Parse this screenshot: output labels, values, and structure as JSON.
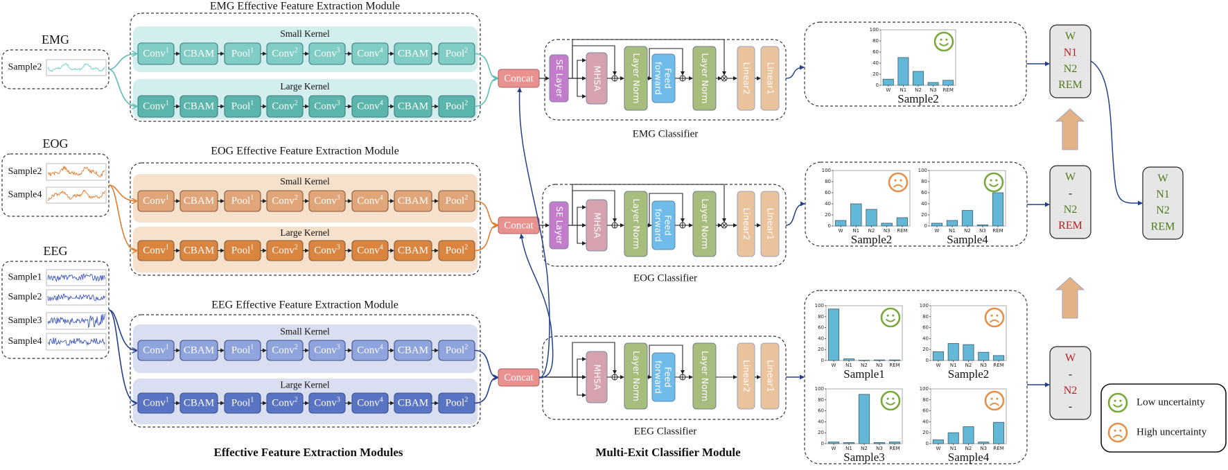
{
  "colors": {
    "emg": {
      "band": "#d3eeee",
      "small": "#80cdc6",
      "large": "#5bb5ab",
      "stroke": "#3c7f84",
      "line": "#5bbdb4",
      "wave": "#6fd1cf"
    },
    "eog": {
      "band": "#f6e1cd",
      "small": "#e0a679",
      "large": "#d9843f",
      "stroke": "#8a5a38",
      "line": "#e07b2e",
      "wave": "#e07b2e"
    },
    "eeg": {
      "band": "#d9dff0",
      "small": "#8fa4dc",
      "large": "#5a74c4",
      "stroke": "#3d4f8d",
      "line": "#233f8c",
      "wave": "#3b55c4"
    },
    "concat": "#e8918f",
    "se_layer": "#c27cc9",
    "mhsa": "#d5a2ad",
    "layer_norm": "#a6bd7e",
    "feed_forward": "#6fbbe9",
    "linear": "#eac29c",
    "bar": "#63b8d8",
    "happy": "#78a83a",
    "sad": "#e4904a",
    "good_label": "#4f7a1c",
    "bad_label": "#b01e1e",
    "up_arrow": "#e4b289",
    "result_box": "#e6e6e6",
    "flow_line": "#233f8c"
  },
  "inputs": [
    {
      "id": "emg",
      "title": "EMG",
      "samples": [
        "Sample2"
      ]
    },
    {
      "id": "eog",
      "title": "EOG",
      "samples": [
        "Sample2",
        "Sample4"
      ]
    },
    {
      "id": "eeg",
      "title": "EEG",
      "samples": [
        "Sample1",
        "Sample2",
        "Sample3",
        "Sample4"
      ]
    }
  ],
  "modules": [
    {
      "id": "emg",
      "title": "EMG Effective Feature Extraction Module",
      "small_label": "Small Kernel",
      "large_label": "Large Kernel"
    },
    {
      "id": "eog",
      "title": "EOG Effective Feature Extraction Module",
      "small_label": "Small Kernel",
      "large_label": "Large Kernel"
    },
    {
      "id": "eeg",
      "title": "EEG Effective Feature Extraction Module",
      "small_label": "Small Kernel",
      "large_label": "Large Kernel"
    }
  ],
  "blocks": [
    {
      "base": "Conv",
      "sup": "1"
    },
    {
      "base": "CBAM",
      "sup": ""
    },
    {
      "base": "Pool",
      "sup": "1"
    },
    {
      "base": "Conv",
      "sup": "2"
    },
    {
      "base": "Conv",
      "sup": "3"
    },
    {
      "base": "Conv",
      "sup": "4"
    },
    {
      "base": "CBAM",
      "sup": ""
    },
    {
      "base": "Pool",
      "sup": "2"
    }
  ],
  "concat_label": "Concat",
  "classifier_layers": {
    "se": "SE Layer",
    "mhsa": "MHSA",
    "layer_norm": "Layer Norm",
    "feed_forward": [
      "Feed",
      "forward"
    ],
    "linear2": "Linear2",
    "linear1": "Linear1"
  },
  "classifiers": [
    {
      "id": "emg",
      "label": "EMG Classifier",
      "has_se": true
    },
    {
      "id": "eog",
      "label": "EOG Classifier",
      "has_se": true
    },
    {
      "id": "eeg",
      "label": "EEG Classifier",
      "has_se": false
    }
  ],
  "section_titles": {
    "left": "Effective Feature Extraction Modules",
    "right": "Multi-Exit Classifier Module"
  },
  "chart_data": [
    {
      "type": "bar",
      "group": "emg",
      "title": "Sample2",
      "categories": [
        "W",
        "N1",
        "N2",
        "N3",
        "REM"
      ],
      "values": [
        11,
        50,
        25,
        5,
        9
      ],
      "ylim": [
        0,
        100
      ],
      "yticks": [
        0,
        20,
        40,
        60,
        80,
        100
      ],
      "uncertainty": "low"
    },
    {
      "type": "bar",
      "group": "eog",
      "title": "Sample2",
      "categories": [
        "W",
        "N1",
        "N2",
        "N3",
        "REM"
      ],
      "values": [
        10,
        40,
        30,
        5,
        15
      ],
      "ylim": [
        0,
        100
      ],
      "yticks": [
        0,
        20,
        40,
        60,
        80,
        100
      ],
      "uncertainty": "high"
    },
    {
      "type": "bar",
      "group": "eog",
      "title": "Sample4",
      "categories": [
        "W",
        "N1",
        "N2",
        "N3",
        "REM"
      ],
      "values": [
        5,
        10,
        28,
        2,
        60
      ],
      "ylim": [
        0,
        100
      ],
      "yticks": [
        0,
        20,
        40,
        60,
        80,
        100
      ],
      "uncertainty": "low"
    },
    {
      "type": "bar",
      "group": "eeg",
      "title": "Sample1",
      "categories": [
        "W",
        "N1",
        "N2",
        "N3",
        "REM"
      ],
      "values": [
        94,
        3,
        0.5,
        1,
        1
      ],
      "ylim": [
        0,
        100
      ],
      "yticks": [
        0,
        20,
        40,
        60,
        80,
        100
      ],
      "uncertainty": "low"
    },
    {
      "type": "bar",
      "group": "eeg",
      "title": "Sample2",
      "categories": [
        "W",
        "N1",
        "N2",
        "N3",
        "REM"
      ],
      "values": [
        16,
        31,
        29,
        15,
        9
      ],
      "ylim": [
        0,
        100
      ],
      "yticks": [
        0,
        20,
        40,
        60,
        80,
        100
      ],
      "uncertainty": "high"
    },
    {
      "type": "bar",
      "group": "eeg",
      "title": "Sample3",
      "categories": [
        "W",
        "N1",
        "N2",
        "N3",
        "REM"
      ],
      "values": [
        3,
        2,
        90,
        2,
        3
      ],
      "ylim": [
        0,
        100
      ],
      "yticks": [
        0,
        20,
        40,
        60,
        80,
        100
      ],
      "uncertainty": "low"
    },
    {
      "type": "bar",
      "group": "eeg",
      "title": "Sample4",
      "categories": [
        "W",
        "N1",
        "N2",
        "N3",
        "REM"
      ],
      "values": [
        7,
        20,
        31,
        3,
        39
      ],
      "ylim": [
        0,
        100
      ],
      "yticks": [
        0,
        20,
        40,
        60,
        80,
        100
      ],
      "uncertainty": "high"
    }
  ],
  "exit_results": [
    {
      "id": "emg",
      "items": [
        {
          "text": "W",
          "status": "good"
        },
        {
          "text": "N1",
          "status": "bad"
        },
        {
          "text": "N2",
          "status": "good"
        },
        {
          "text": "REM",
          "status": "good"
        }
      ]
    },
    {
      "id": "eog",
      "items": [
        {
          "text": "W",
          "status": "good"
        },
        {
          "text": "-",
          "status": "none"
        },
        {
          "text": "N2",
          "status": "good"
        },
        {
          "text": "REM",
          "status": "bad"
        }
      ]
    },
    {
      "id": "eeg",
      "items": [
        {
          "text": "W",
          "status": "bad"
        },
        {
          "text": "-",
          "status": "none"
        },
        {
          "text": "N2",
          "status": "bad"
        },
        {
          "text": "-",
          "status": "none"
        }
      ]
    }
  ],
  "final_result": {
    "items": [
      {
        "text": "W",
        "status": "good"
      },
      {
        "text": "N1",
        "status": "good"
      },
      {
        "text": "N2",
        "status": "good"
      },
      {
        "text": "REM",
        "status": "good"
      }
    ]
  },
  "legend": [
    {
      "icon": "happy-face-icon",
      "label": "Low uncertainty",
      "uncertainty": "low"
    },
    {
      "icon": "sad-face-icon",
      "label": "High uncertainty",
      "uncertainty": "high"
    }
  ]
}
